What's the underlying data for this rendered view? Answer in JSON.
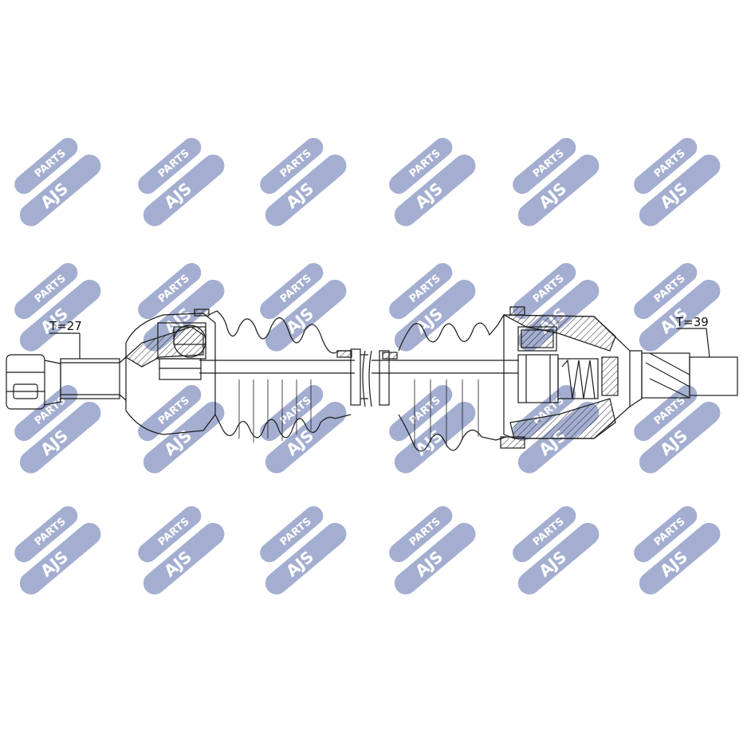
{
  "watermark": {
    "brand": "AJS",
    "sub": "PARTS",
    "color": "#9aa6cc",
    "rows": 4,
    "cols": 6
  },
  "labels": {
    "left_teeth": "T=27",
    "right_teeth": "T=39"
  },
  "colors": {
    "line": "#1a1a1a",
    "background": "#ffffff"
  }
}
